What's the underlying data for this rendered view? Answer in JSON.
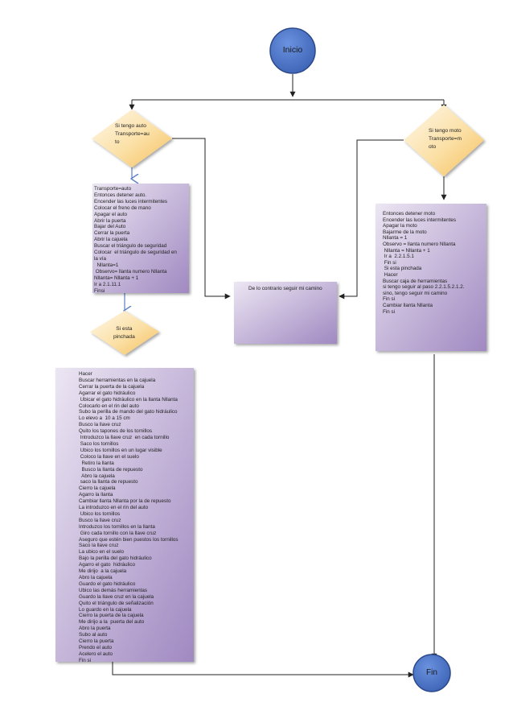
{
  "colors": {
    "circle_fill": "#4a73c7",
    "circle_stroke": "#2c4a8a",
    "box_light": "#ece6f3",
    "box_dark": "#a089c1",
    "diamond_light": "#fff7e6",
    "diamond_dark": "#f6c56b",
    "line": "#222222",
    "blue_arrow": "#5b7fc4"
  },
  "nodes": {
    "start": "Inicio",
    "end": "Fin"
  },
  "diamonds": {
    "car": "Si tengo auto\nTransporte=au\nto",
    "moto": "Si tengo moto\nTransporte=m\noto",
    "flat": "Si esta\npinchada"
  },
  "boxes": {
    "car_steps": "Transporte=auto\nEntonces detener auto.\nEncender las luces intermitentes\nColocar el freno de mano\nApagar el auto\nAbrir la puerta\nBajar del Auto\nCerrar la puerta\nAbrir la cajuela\nBuscar el triángulo de seguridad\nColocar  el triángulo de seguridad en\nla vía\n  Nllanta=1\n Observo= llanta numero Nllanta\nNllanta= Nllanta + 1\nIr a 2.1.11.1\nFinsi",
    "other": "De lo contrario seguir mi camino",
    "moto_steps": "Entonces detener moto\nEncender las luces intermitentes\nApagar la moto\nBajarme de la moto\nNllanta = 1\nObservo = llanta numero Nllanta\n Nllanta = Nllanta + 1\n Ir a  2.2.1.5.1\n Fin si\n Si esta pinchada\n Hacer\nBuscar caja de herramientas\nsi tengo seguir al paso 2.2.1.5.2.1.2.\nsino, tengo seguir mi camino\nFin si\nCambiar llanta Nllanta\nFin si",
    "tire_steps": "Hacer\nBuscar herramientas en la cajuela\nCerrar la puerta de la cajuela\nAgarrar el gato hidráulico\n Ubicar el gato hidráulico en la llanta Nllanta\nColocarlo en el rin del auto\nSubo la perilla de mando del gato hidráulico\nLo elevo a  10 a 15 cm\nBusco la llave cruz\nQuito los tapones de los tornillos\n Introduzco la llave cruz  en cada tornillo\n Saco los tornillos\n Ubico los tornillos en un lugar visible\n Coloco la llave en el suelo\n  Retiro la llanta\n  Busco la llanta de repuesto\n  Abro la cajuela\n saco la llanta de repuesto\nCierro la cajuela\nAgarro la llanta\nCambiar llanta Nllanta por la de repuesto\nLa introduzco en el rin del auto\n Ubico los tornillos\nBusco la llave cruz\nIntroduzco los tornillos en la llanta\n Giro cada tornillo con la llave cruz\nAseguro que estén bien puestos los tornillos\nSaco la llave cruz\nLa ubico en el suelo\nBajo la perilla del gato hidráulico\nAgarro el gato  hidráulico\nMe dirijo  a la cajuela\nAbro la cajuela\nGuardo el gato hidráulico\nUbico las demás herramientas\nGuardo la llave cruz en la cajuela\nQuito el triángulo de señalización\nLo guardo en la cajuela\nCierro la puerta de la cajuela\nMe dirijo a la  puerta del auto\nAbro la puerta\nSubo al auto\nCierro la puerta\nPrendo el auto\nAcelero el auto\nFin si"
  }
}
